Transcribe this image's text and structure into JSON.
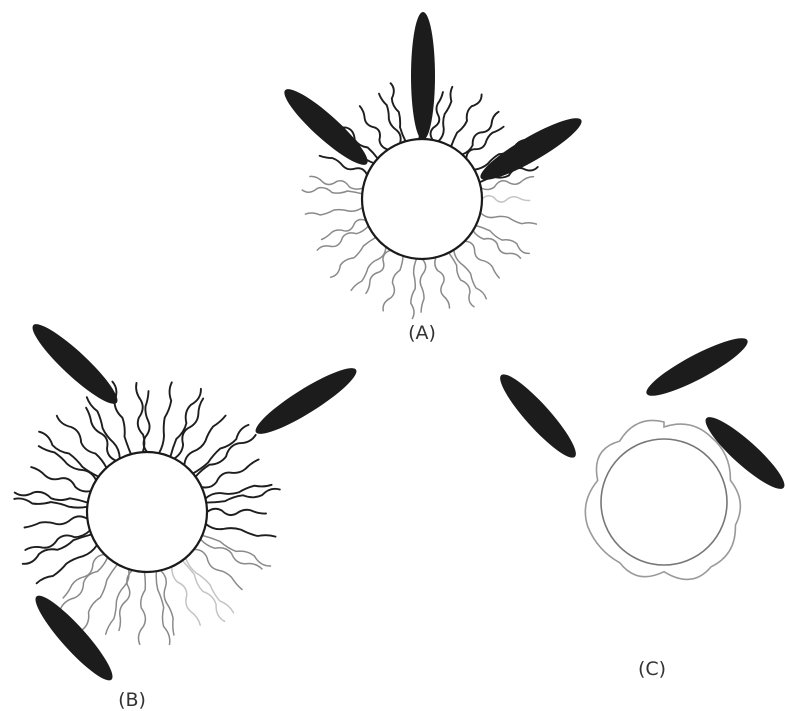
{
  "panels": [
    {
      "id": "A",
      "label": "(A)"
    },
    {
      "id": "B",
      "label": "(B)"
    },
    {
      "id": "C",
      "label": "(C)"
    }
  ],
  "colors": {
    "rod": "#1c1c1c",
    "chain_dark": "#1e1e1e",
    "chain_gray": "#8a8a8a",
    "chain_light": "#c4c4c4",
    "core_stroke": "#1a1a1a",
    "collapsed_layer": "#9a9a9a"
  }
}
